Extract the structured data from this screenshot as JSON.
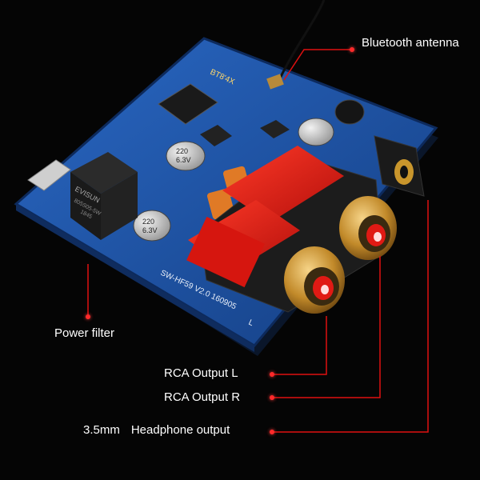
{
  "labels": {
    "bluetooth_antenna": "Bluetooth antenna",
    "power_filter": "Power filter",
    "rca_output_l": "RCA Output L",
    "rca_output_r": "RCA Output R",
    "headphone_size": "3.5mm",
    "headphone_output": "Headphone output"
  },
  "board_text": {
    "module_id": "BT8'4X",
    "brand": "EVISUN",
    "regulator_line": "805S05-5W",
    "regulator_code": "1845",
    "model": "SW-HF59 V2.0 160905",
    "side_mark": "L",
    "cap_small": "220",
    "cap_voltage": "6.3V"
  },
  "colors": {
    "pcb_blue": "#1b4f9a",
    "rca_red": "#e01a14",
    "rca_gold": "#c9962c",
    "leader_line": "#e01010",
    "label_text": "#ffffff"
  }
}
